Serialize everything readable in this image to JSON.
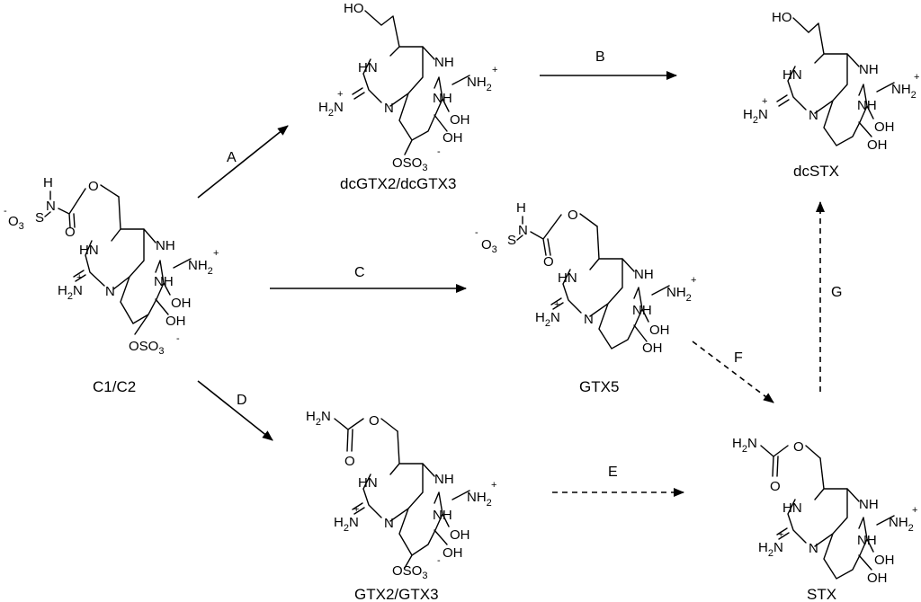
{
  "compounds": {
    "c1c2": "C1/C2",
    "dcgtx23": "dcGTX2/dcGTX3",
    "dcstx": "dcSTX",
    "gtx5": "GTX5",
    "gtx23": "GTX2/GTX3",
    "stx": "STX"
  },
  "reactions": {
    "a": "A",
    "b": "B",
    "c": "C",
    "d": "D",
    "e": "E",
    "f": "F",
    "g": "G"
  },
  "atoms": {
    "HN": "HN",
    "NH": "NH",
    "N": "N",
    "H": "H",
    "NH2": "NH",
    "sub2": "2",
    "plus": "+",
    "minus": "-",
    "H2N_H": "H",
    "H2N_N": "N",
    "OH": "OH",
    "HO": "HO",
    "O": "O",
    "S": "S",
    "O3": "O",
    "sub3": "3",
    "OSO": "OSO",
    "H2N_carb": "H",
    "N_carb": "N"
  },
  "arrow_styles": {
    "a": "solid",
    "b": "solid",
    "c": "solid",
    "d": "solid",
    "e": "dashed",
    "f": "dashed",
    "g": "dashed"
  }
}
